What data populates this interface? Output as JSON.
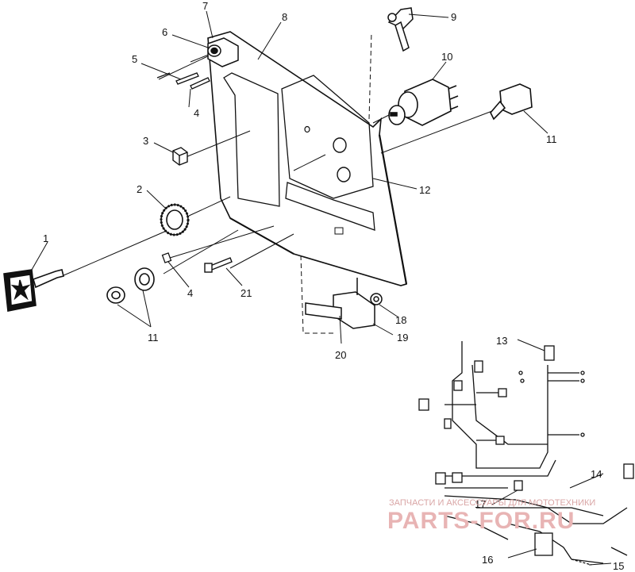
{
  "callouts": {
    "c1": "1",
    "c2": "2",
    "c3": "3",
    "c4a": "4",
    "c4b": "4",
    "c5": "5",
    "c6": "6",
    "c7": "7",
    "c8": "8",
    "c9": "9",
    "c10": "10",
    "c11a": "11",
    "c11b": "11",
    "c12": "12",
    "c13": "13",
    "c14": "14",
    "c15": "15",
    "c16": "16",
    "c17": "17",
    "c18": "18",
    "c19": "19",
    "c20": "20",
    "c21": "21"
  },
  "watermark": {
    "tagline": "ЗАПЧАСТИ И АКСЕССУАРЫ ДЛЯ МОТОТЕХНИКИ",
    "logo_text": "PARTS-FOR.RU"
  },
  "colors": {
    "line": "#111111",
    "watermark": "#e8b4b4"
  }
}
